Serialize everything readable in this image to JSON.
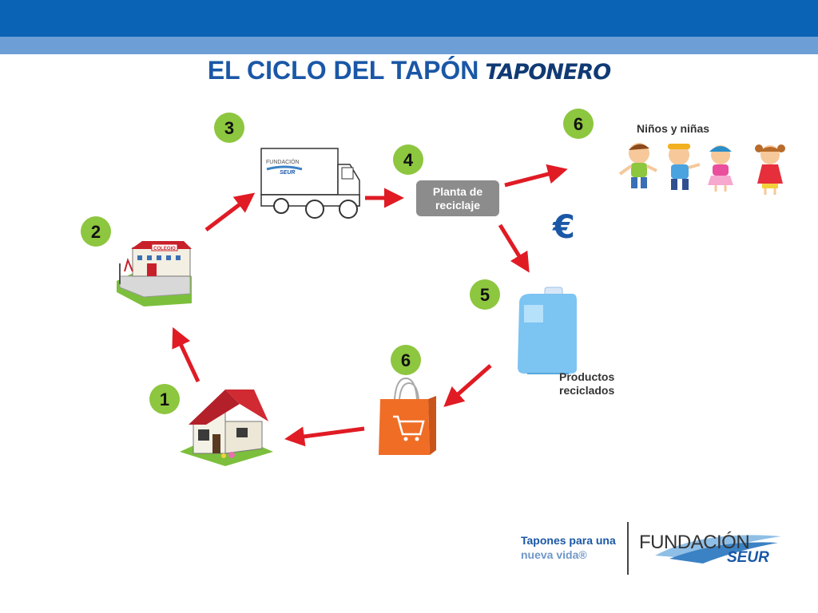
{
  "title": {
    "main": "EL CICLO DEL TAPÓN",
    "brand": "TAPONERO"
  },
  "steps": [
    {
      "number": "1"
    },
    {
      "number": "2"
    },
    {
      "number": "3"
    },
    {
      "number": "4"
    },
    {
      "number": "5"
    },
    {
      "number": "6"
    },
    {
      "number": "6"
    }
  ],
  "school_sign": "COLEGIO",
  "truck_text": {
    "line1": "FUNDACIÓN",
    "line2": "SEUR"
  },
  "plant_label": {
    "line1": "Planta de",
    "line2": "reciclaje"
  },
  "children_label": "Niños y niñas",
  "currency_symbol": "€",
  "products_label": {
    "line1": "Productos",
    "line2": "reciclados"
  },
  "footer": {
    "tagline_line1": "Tapones para una",
    "tagline_line2": "nueva vida®",
    "brand_main": "FUNDACIÓN",
    "brand_sub": "SEUR"
  },
  "colors": {
    "header_band": "#0a63b4",
    "header_subband": "#6d9fd6",
    "title": "#1a57a6",
    "badge": "#8dc63f",
    "arrow": "#e01b24",
    "plant_box": "#8c8c8c"
  },
  "icons": [
    "house-icon",
    "school-icon",
    "truck-icon",
    "recycling-plant-label",
    "children-icon",
    "euro-icon",
    "detergent-jug-icon",
    "shopping-bag-icon"
  ]
}
